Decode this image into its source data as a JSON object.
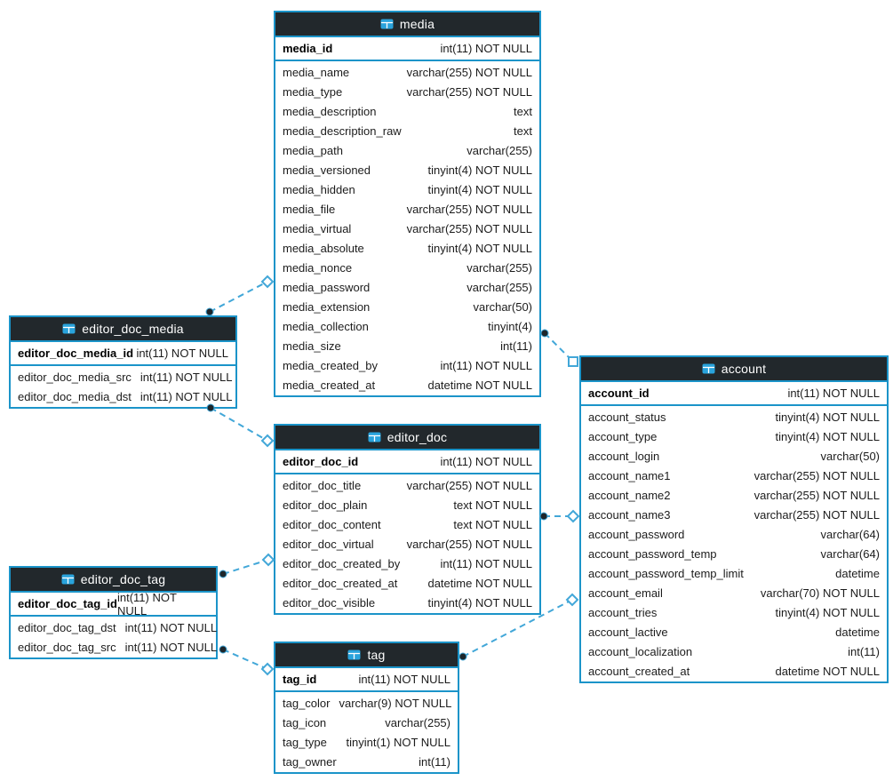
{
  "diagram": {
    "colors": {
      "table_border": "#1b94c9",
      "header_background": "#22282c",
      "header_text": "#ffffff",
      "relation_line": "#42a7d8",
      "table_icon": "#29a3dc"
    },
    "tables": [
      {
        "name": "media",
        "pk": {
          "name": "media_id",
          "type": "int(11) NOT NULL"
        },
        "columns": [
          {
            "name": "media_name",
            "type": "varchar(255) NOT NULL"
          },
          {
            "name": "media_type",
            "type": "varchar(255) NOT NULL"
          },
          {
            "name": "media_description",
            "type": "text"
          },
          {
            "name": "media_description_raw",
            "type": "text"
          },
          {
            "name": "media_path",
            "type": "varchar(255)"
          },
          {
            "name": "media_versioned",
            "type": "tinyint(4) NOT NULL"
          },
          {
            "name": "media_hidden",
            "type": "tinyint(4) NOT NULL"
          },
          {
            "name": "media_file",
            "type": "varchar(255) NOT NULL"
          },
          {
            "name": "media_virtual",
            "type": "varchar(255) NOT NULL"
          },
          {
            "name": "media_absolute",
            "type": "tinyint(4) NOT NULL"
          },
          {
            "name": "media_nonce",
            "type": "varchar(255)"
          },
          {
            "name": "media_password",
            "type": "varchar(255)"
          },
          {
            "name": "media_extension",
            "type": "varchar(50)"
          },
          {
            "name": "media_collection",
            "type": "tinyint(4)"
          },
          {
            "name": "media_size",
            "type": "int(11)"
          },
          {
            "name": "media_created_by",
            "type": "int(11) NOT NULL"
          },
          {
            "name": "media_created_at",
            "type": "datetime NOT NULL"
          }
        ]
      },
      {
        "name": "editor_doc_media",
        "pk": {
          "name": "editor_doc_media_id",
          "type": "int(11) NOT NULL"
        },
        "columns": [
          {
            "name": "editor_doc_media_src",
            "type": "int(11) NOT NULL"
          },
          {
            "name": "editor_doc_media_dst",
            "type": "int(11) NOT NULL"
          }
        ]
      },
      {
        "name": "editor_doc",
        "pk": {
          "name": "editor_doc_id",
          "type": "int(11) NOT NULL"
        },
        "columns": [
          {
            "name": "editor_doc_title",
            "type": "varchar(255) NOT NULL"
          },
          {
            "name": "editor_doc_plain",
            "type": "text NOT NULL"
          },
          {
            "name": "editor_doc_content",
            "type": "text NOT NULL"
          },
          {
            "name": "editor_doc_virtual",
            "type": "varchar(255) NOT NULL"
          },
          {
            "name": "editor_doc_created_by",
            "type": "int(11) NOT NULL"
          },
          {
            "name": "editor_doc_created_at",
            "type": "datetime NOT NULL"
          },
          {
            "name": "editor_doc_visible",
            "type": "tinyint(4) NOT NULL"
          }
        ]
      },
      {
        "name": "editor_doc_tag",
        "pk": {
          "name": "editor_doc_tag_id",
          "type": "int(11) NOT NULL"
        },
        "columns": [
          {
            "name": "editor_doc_tag_dst",
            "type": "int(11) NOT NULL"
          },
          {
            "name": "editor_doc_tag_src",
            "type": "int(11) NOT NULL"
          }
        ]
      },
      {
        "name": "tag",
        "pk": {
          "name": "tag_id",
          "type": "int(11) NOT NULL"
        },
        "columns": [
          {
            "name": "tag_color",
            "type": "varchar(9) NOT NULL"
          },
          {
            "name": "tag_icon",
            "type": "varchar(255)"
          },
          {
            "name": "tag_type",
            "type": "tinyint(1) NOT NULL"
          },
          {
            "name": "tag_owner",
            "type": "int(11)"
          }
        ]
      },
      {
        "name": "account",
        "pk": {
          "name": "account_id",
          "type": "int(11) NOT NULL"
        },
        "columns": [
          {
            "name": "account_status",
            "type": "tinyint(4) NOT NULL"
          },
          {
            "name": "account_type",
            "type": "tinyint(4) NOT NULL"
          },
          {
            "name": "account_login",
            "type": "varchar(50)"
          },
          {
            "name": "account_name1",
            "type": "varchar(255) NOT NULL"
          },
          {
            "name": "account_name2",
            "type": "varchar(255) NOT NULL"
          },
          {
            "name": "account_name3",
            "type": "varchar(255) NOT NULL"
          },
          {
            "name": "account_password",
            "type": "varchar(64)"
          },
          {
            "name": "account_password_temp",
            "type": "varchar(64)"
          },
          {
            "name": "account_password_temp_limit",
            "type": "datetime"
          },
          {
            "name": "account_email",
            "type": "varchar(70) NOT NULL"
          },
          {
            "name": "account_tries",
            "type": "tinyint(4) NOT NULL"
          },
          {
            "name": "account_lactive",
            "type": "datetime"
          },
          {
            "name": "account_localization",
            "type": "int(11)"
          },
          {
            "name": "account_created_at",
            "type": "datetime NOT NULL"
          }
        ]
      }
    ],
    "relations": [
      {
        "from": "editor_doc_media",
        "to": "media"
      },
      {
        "from": "editor_doc_media",
        "to": "editor_doc"
      },
      {
        "from": "media",
        "to": "account"
      },
      {
        "from": "editor_doc",
        "to": "account"
      },
      {
        "from": "editor_doc_tag",
        "to": "editor_doc"
      },
      {
        "from": "editor_doc_tag",
        "to": "tag"
      },
      {
        "from": "tag",
        "to": "account"
      }
    ]
  }
}
